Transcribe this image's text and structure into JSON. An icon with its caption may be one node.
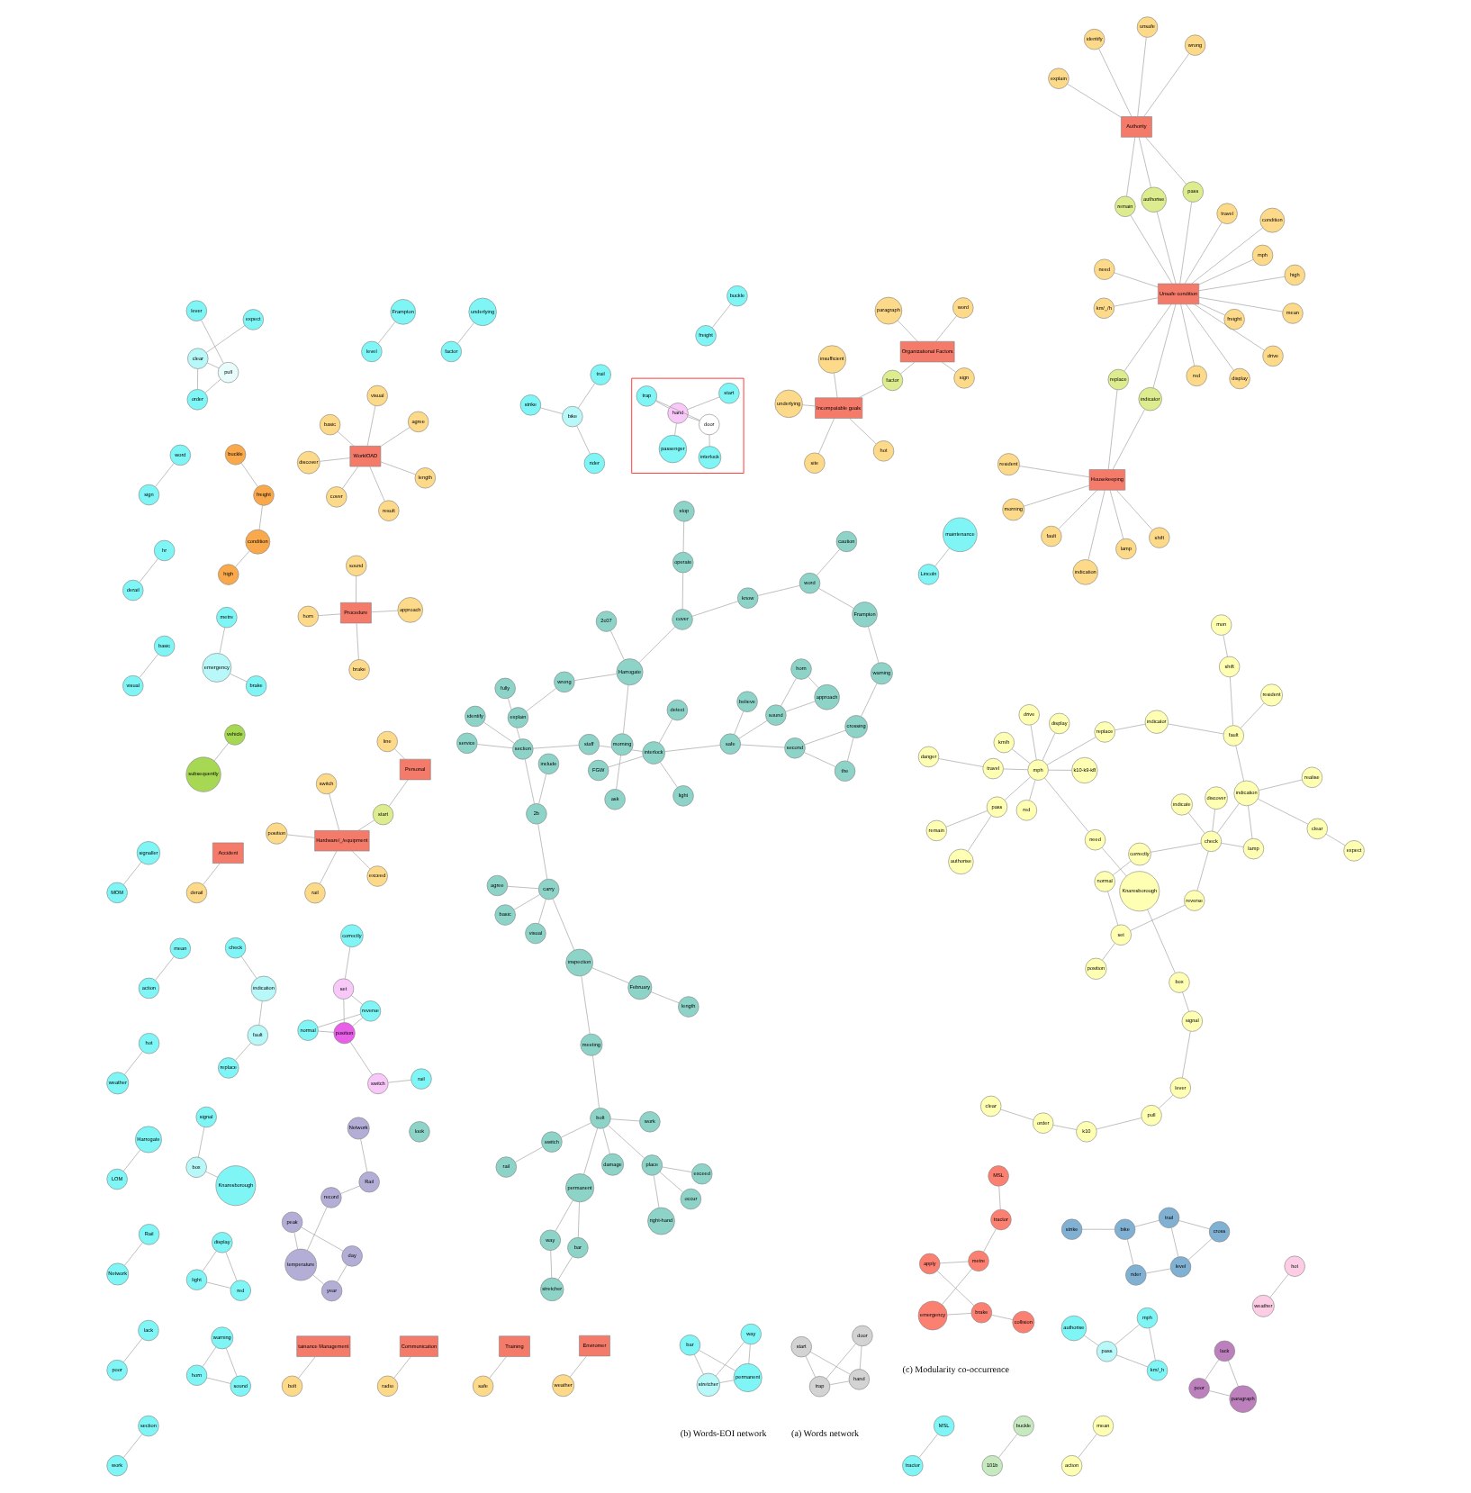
{
  "diagram": {
    "nodes": [
      {
        "text": [
          "signal"
        ]
      },
      {
        "text": [
          "box"
        ]
      },
      {
        "text": [
          "Knaresborough"
        ]
      },
      {
        "text": [
          "mean"
        ]
      },
      {
        "text": [
          "action"
        ]
      },
      {
        "text": [
          "correctly"
        ]
      },
      {
        "text": [
          "set"
        ]
      },
      {
        "text": [
          "reverse"
        ]
      },
      {
        "text": [
          "position"
        ]
      },
      {
        "text": [
          "normal"
        ]
      },
      {
        "text": [
          "switch"
        ]
      },
      {
        "text": [
          "rail"
        ]
      },
      {
        "text": [
          "metre"
        ]
      },
      {
        "text": [
          "emergency"
        ]
      },
      {
        "text": [
          "brake"
        ]
      },
      {
        "text": [
          "underlying"
        ]
      },
      {
        "text": [
          "factor"
        ]
      },
      {
        "text": [
          "Frampton"
        ]
      },
      {
        "text": [
          "level"
        ]
      },
      {
        "text": [
          "word"
        ]
      },
      {
        "text": [
          "sign"
        ]
      },
      {
        "text": [
          "buckle"
        ]
      },
      {
        "text": [
          "freight"
        ]
      },
      {
        "text": [
          "hr"
        ]
      },
      {
        "text": [
          "derail"
        ]
      },
      {
        "text": [
          "basic"
        ]
      },
      {
        "text": [
          "visual"
        ]
      },
      {
        "text": [
          "trail"
        ]
      },
      {
        "text": [
          "rider"
        ]
      },
      {
        "text": [
          "bike"
        ]
      },
      {
        "text": [
          "strike"
        ]
      },
      {
        "text": [
          "signaller"
        ]
      },
      {
        "text": [
          "MOM"
        ]
      },
      {
        "text": [
          "display"
        ]
      },
      {
        "text": [
          "light"
        ]
      },
      {
        "text": [
          "red"
        ]
      },
      {
        "text": [
          "check"
        ]
      },
      {
        "text": [
          "indication"
        ]
      },
      {
        "text": [
          "fault"
        ]
      },
      {
        "text": [
          "replace"
        ]
      },
      {
        "text": [
          "hot"
        ]
      },
      {
        "text": [
          "weather"
        ]
      },
      {
        "text": [],
        "shape": "box"
      },
      {
        "text": [
          "passenger"
        ],
        "in": 42
      },
      {
        "text": [
          "interlock"
        ],
        "in": 42
      },
      {
        "text": [
          "door"
        ],
        "in": 42
      },
      {
        "text": [
          "hand"
        ],
        "in": 42
      },
      {
        "text": [
          "trap"
        ],
        "in": 42
      },
      {
        "text": [
          "start"
        ],
        "in": 42
      },
      {
        "text": [
          "Harrogate"
        ]
      },
      {
        "text": [
          "LOM"
        ]
      },
      {
        "text": [
          "expect"
        ]
      },
      {
        "text": [
          "clear"
        ]
      },
      {
        "text": [
          "pull"
        ]
      },
      {
        "text": [
          "order"
        ]
      },
      {
        "text": [
          "lever"
        ]
      },
      {
        "text": [
          "Rail"
        ]
      },
      {
        "text": [
          "Network"
        ]
      },
      {
        "text": [
          "lack"
        ]
      },
      {
        "text": [
          "poor"
        ]
      },
      {
        "text": [
          "warning"
        ]
      },
      {
        "text": [
          "horn"
        ]
      },
      {
        "text": [
          "sound"
        ]
      },
      {
        "text": [
          "section"
        ]
      },
      {
        "text": [
          "work"
        ]
      },
      {
        "text": [
          "mph"
        ]
      },
      {
        "text": [
          "km/_h"
        ]
      },
      {
        "text": [
          "pass"
        ]
      },
      {
        "text": [
          "authorise"
        ]
      },
      {
        "text": [
          "way"
        ]
      },
      {
        "text": [
          "stretcher"
        ]
      },
      {
        "text": [
          "permanent"
        ]
      },
      {
        "text": [
          "bar"
        ]
      },
      {
        "text": [
          "MSL"
        ]
      },
      {
        "text": [
          "tractor"
        ]
      },
      {
        "text": [
          "maintenance"
        ]
      },
      {
        "text": [
          "Lincoln"
        ]
      },
      {
        "text": [
          "Incompatable goals"
        ]
      },
      {
        "text": [
          "site"
        ]
      },
      {
        "text": [
          "hot"
        ]
      },
      {
        "text": [
          "underlying"
        ]
      },
      {
        "text": [
          "insufficient"
        ]
      },
      {
        "text": [
          "factor"
        ]
      },
      {
        "text": [
          "Organizational Factors"
        ]
      },
      {
        "text": [
          "word"
        ]
      },
      {
        "text": [
          "paragraph"
        ]
      },
      {
        "text": [
          "sign"
        ]
      },
      {
        "text": [
          "Hardware/_/equipment"
        ]
      },
      {
        "text": [
          "rail"
        ]
      },
      {
        "text": [
          "exceed"
        ]
      },
      {
        "text": [
          "position"
        ]
      },
      {
        "text": [
          "switch"
        ]
      },
      {
        "text": [
          "start"
        ]
      },
      {
        "text": [
          "tainance Management"
        ]
      },
      {
        "text": [
          "bolt"
        ]
      },
      {
        "text": [
          "Personal"
        ]
      },
      {
        "text": [
          "line"
        ]
      },
      {
        "text": [
          "Accident"
        ]
      },
      {
        "text": [
          "derail"
        ]
      },
      {
        "text": [
          "Communication"
        ]
      },
      {
        "text": [
          "radio"
        ]
      },
      {
        "text": [
          "Training"
        ]
      },
      {
        "text": [
          "safe"
        ]
      },
      {
        "text": [
          "Procedure"
        ]
      },
      {
        "text": [
          "brake"
        ]
      },
      {
        "text": [
          "approach"
        ]
      },
      {
        "text": [
          "horn"
        ]
      },
      {
        "text": [
          "sound"
        ]
      },
      {
        "text": [
          "WorklOAD"
        ]
      },
      {
        "text": [
          "cover"
        ]
      },
      {
        "text": [
          "length"
        ]
      },
      {
        "text": [
          "discover"
        ]
      },
      {
        "text": [
          "basic"
        ]
      },
      {
        "text": [
          "result"
        ]
      },
      {
        "text": [
          "agree"
        ]
      },
      {
        "text": [
          "visual"
        ]
      },
      {
        "text": [
          "Enviromer"
        ]
      },
      {
        "text": [
          "weather"
        ]
      },
      {
        "text": [
          "Housekeeping"
        ]
      },
      {
        "text": [
          "shift"
        ]
      },
      {
        "text": [
          "morning"
        ]
      },
      {
        "text": [
          "resident"
        ]
      },
      {
        "text": [
          "lamp"
        ]
      },
      {
        "text": [
          "fault"
        ]
      },
      {
        "text": [
          "indication"
        ]
      },
      {
        "text": [
          "replace"
        ]
      },
      {
        "text": [
          "indicator"
        ]
      },
      {
        "text": [
          "Unsafe condition"
        ]
      },
      {
        "text": [
          "mph"
        ]
      },
      {
        "text": [
          "high"
        ]
      },
      {
        "text": [
          "freight"
        ]
      },
      {
        "text": [
          "display"
        ]
      },
      {
        "text": [
          "mean"
        ]
      },
      {
        "text": [
          "condition"
        ]
      },
      {
        "text": [
          "red"
        ]
      },
      {
        "text": [
          "travel"
        ]
      },
      {
        "text": [
          "drive"
        ]
      },
      {
        "text": [
          "need"
        ]
      },
      {
        "text": [
          "km/_/h"
        ]
      },
      {
        "text": [
          "Authority"
        ]
      },
      {
        "text": [
          "unsafe"
        ]
      },
      {
        "text": [
          "identify"
        ]
      },
      {
        "text": [
          "wrong"
        ]
      },
      {
        "text": [
          "explain"
        ]
      },
      {
        "text": [
          "remain"
        ]
      },
      {
        "text": [
          "pass"
        ]
      },
      {
        "text": [
          "authorise"
        ]
      },
      {
        "text": [
          "door"
        ]
      },
      {
        "text": [
          "trap"
        ]
      },
      {
        "text": [
          "hand"
        ]
      },
      {
        "text": [
          "start"
        ]
      },
      {
        "text": [
          "buckle"
        ]
      },
      {
        "text": [
          "101b"
        ]
      },
      {
        "text": [
          "buckle"
        ]
      },
      {
        "text": [
          "freight"
        ]
      },
      {
        "text": [
          "condition"
        ]
      },
      {
        "text": [
          "high"
        ]
      },
      {
        "text": [
          "vehicle"
        ]
      },
      {
        "text": [
          "subsequently"
        ]
      },
      {
        "text": [
          "Rail"
        ]
      },
      {
        "text": [
          "Network"
        ]
      },
      {
        "text": [
          "record"
        ]
      },
      {
        "text": [
          "temperature"
        ]
      },
      {
        "text": [
          "peak"
        ]
      },
      {
        "text": [
          "year"
        ]
      },
      {
        "text": [
          "day"
        ]
      },
      {
        "text": [
          "MSL"
        ]
      },
      {
        "text": [
          "tractor"
        ]
      },
      {
        "text": [
          "metre"
        ]
      },
      {
        "text": [
          "emergency"
        ]
      },
      {
        "text": [
          "apply"
        ]
      },
      {
        "text": [
          "brake"
        ]
      },
      {
        "text": [
          "collision"
        ]
      },
      {
        "text": [
          "cross"
        ]
      },
      {
        "text": [
          "trail"
        ]
      },
      {
        "text": [
          "level"
        ]
      },
      {
        "text": [
          "rider"
        ]
      },
      {
        "text": [
          "bike"
        ]
      },
      {
        "text": [
          "strike"
        ]
      },
      {
        "text": [
          "approach"
        ]
      },
      {
        "text": [
          "sound"
        ]
      },
      {
        "text": [
          "horn"
        ]
      },
      {
        "text": [
          "light"
        ]
      },
      {
        "text": [
          "detect"
        ]
      },
      {
        "text": [
          "FGW"
        ]
      },
      {
        "text": [
          "interlock"
        ]
      },
      {
        "text": [
          "safe"
        ]
      },
      {
        "text": [
          "believe"
        ]
      },
      {
        "text": [
          "second"
        ]
      },
      {
        "text": [
          "crossing"
        ]
      },
      {
        "text": [
          "the"
        ]
      },
      {
        "text": [
          "look"
        ]
      },
      {
        "text": [
          "warning"
        ]
      },
      {
        "text": [
          "Frampton"
        ]
      },
      {
        "text": [
          "caution"
        ]
      },
      {
        "text": [
          "word"
        ]
      },
      {
        "text": [
          "identify"
        ]
      },
      {
        "text": [
          "service"
        ]
      },
      {
        "text": [
          "staff"
        ]
      },
      {
        "text": [
          "include"
        ]
      },
      {
        "text": [
          "section"
        ]
      },
      {
        "text": [
          "fully"
        ]
      },
      {
        "text": [
          "2b"
        ]
      },
      {
        "text": [
          "basic"
        ]
      },
      {
        "text": [
          "carry"
        ]
      },
      {
        "text": [
          "visual"
        ]
      },
      {
        "text": [
          "agree"
        ]
      },
      {
        "text": [
          "inspection"
        ]
      },
      {
        "text": [
          "meeting"
        ]
      },
      {
        "text": [
          "February"
        ]
      },
      {
        "text": [
          "length"
        ]
      },
      {
        "text": [
          "rail"
        ]
      },
      {
        "text": [
          "switch"
        ]
      },
      {
        "text": [
          "damage"
        ]
      },
      {
        "text": [
          "bolt"
        ]
      },
      {
        "text": [
          "permanent"
        ]
      },
      {
        "text": [
          "bar"
        ]
      },
      {
        "text": [
          "way"
        ]
      },
      {
        "text": [
          "stretcher"
        ]
      },
      {
        "text": [
          "work"
        ]
      },
      {
        "text": [
          "occur"
        ]
      },
      {
        "text": [
          "place"
        ]
      },
      {
        "text": [
          "exceed"
        ]
      },
      {
        "text": [
          "right-hand"
        ]
      },
      {
        "text": [
          "know"
        ]
      },
      {
        "text": [
          "cover"
        ]
      },
      {
        "text": [
          "operate"
        ]
      },
      {
        "text": [
          "stop"
        ]
      },
      {
        "text": [
          "Harrogate"
        ]
      },
      {
        "text": [
          "2c07"
        ]
      },
      {
        "text": [
          "wrong"
        ]
      },
      {
        "text": [
          "explain"
        ]
      },
      {
        "text": [
          "morning"
        ]
      },
      {
        "text": [
          "ask"
        ]
      },
      {
        "text": [
          "discover"
        ]
      },
      {
        "text": [
          "indicate"
        ]
      },
      {
        "text": [
          "reverse"
        ]
      },
      {
        "text": [
          "set"
        ]
      },
      {
        "text": [
          "position"
        ]
      },
      {
        "text": [
          "normal"
        ]
      },
      {
        "text": [
          "correctly"
        ]
      },
      {
        "text": [
          "check"
        ]
      },
      {
        "text": [
          "expect"
        ]
      },
      {
        "text": [
          "realise"
        ]
      },
      {
        "text": [
          "indication"
        ]
      },
      {
        "text": [
          "lamp"
        ]
      },
      {
        "text": [
          "clear"
        ]
      },
      {
        "text": [
          "fault"
        ]
      },
      {
        "text": [
          "resident"
        ]
      },
      {
        "text": [
          "shift"
        ]
      },
      {
        "text": [
          "mon"
        ]
      },
      {
        "text": [
          "mean"
        ]
      },
      {
        "text": [
          "action"
        ]
      },
      {
        "text": [
          "k10-k9-k8"
        ]
      },
      {
        "text": [
          "indicator"
        ]
      },
      {
        "text": [
          "replace"
        ]
      },
      {
        "text": [
          "red"
        ]
      },
      {
        "text": [
          "display"
        ]
      },
      {
        "text": [
          "mph"
        ]
      },
      {
        "text": [
          "km/h"
        ]
      },
      {
        "text": [
          "need"
        ]
      },
      {
        "text": [
          "Knaresborough"
        ]
      },
      {
        "text": [
          "drive"
        ]
      },
      {
        "text": [
          "travel"
        ]
      },
      {
        "text": [
          "pass"
        ]
      },
      {
        "text": [
          "remain"
        ]
      },
      {
        "text": [
          "authorise"
        ]
      },
      {
        "text": [
          "danger"
        ]
      },
      {
        "text": [
          "box"
        ]
      },
      {
        "text": [
          "pull"
        ]
      },
      {
        "text": [
          "lever"
        ]
      },
      {
        "text": [
          "k10"
        ]
      },
      {
        "text": [
          "order"
        ]
      },
      {
        "text": [
          "clear"
        ]
      },
      {
        "text": [
          "signal"
        ]
      },
      {
        "text": [
          "lack"
        ]
      },
      {
        "text": [
          "poor"
        ]
      },
      {
        "text": [
          "paragraph"
        ]
      },
      {
        "text": [
          "hot"
        ]
      },
      {
        "text": [
          "weather"
        ]
      }
    ],
    "edges": [
      {
        "from": 0,
        "to": 1,
        "arrow": "none"
      },
      {
        "from": 1,
        "to": 2,
        "arrow": "none"
      },
      {
        "from": 3,
        "to": 4,
        "arrow": "none"
      },
      {
        "from": 5,
        "to": 6,
        "arrow": "none"
      },
      {
        "from": 6,
        "to": 7,
        "arrow": "none"
      },
      {
        "from": 6,
        "to": 8,
        "arrow": "none"
      },
      {
        "from": 7,
        "to": 8,
        "arrow": "none"
      },
      {
        "from": 8,
        "to": 9,
        "arrow": "none"
      },
      {
        "from": 7,
        "to": 9,
        "arrow": "none"
      },
      {
        "from": 8,
        "to": 10,
        "arrow": "none"
      },
      {
        "from": 10,
        "to": 11,
        "arrow": "none"
      },
      {
        "from": 12,
        "to": 13,
        "arrow": "none"
      },
      {
        "from": 13,
        "to": 14,
        "arrow": "none"
      },
      {
        "from": 15,
        "to": 16,
        "arrow": "none"
      },
      {
        "from": 17,
        "to": 18,
        "arrow": "none"
      },
      {
        "from": 19,
        "to": 20,
        "arrow": "none"
      },
      {
        "from": 21,
        "to": 22,
        "arrow": "none"
      },
      {
        "from": 23,
        "to": 24,
        "arrow": "none"
      },
      {
        "from": 25,
        "to": 26,
        "arrow": "none"
      },
      {
        "from": 27,
        "to": 29,
        "arrow": "none"
      },
      {
        "from": 28,
        "to": 29,
        "arrow": "none"
      },
      {
        "from": 29,
        "to": 30,
        "arrow": "none"
      },
      {
        "from": 31,
        "to": 32,
        "arrow": "none"
      },
      {
        "from": 33,
        "to": 34,
        "arrow": "none"
      },
      {
        "from": 33,
        "to": 35,
        "arrow": "none"
      },
      {
        "from": 34,
        "to": 35,
        "arrow": "none"
      },
      {
        "from": 36,
        "to": 37,
        "arrow": "none"
      },
      {
        "from": 37,
        "to": 38,
        "arrow": "none"
      },
      {
        "from": 38,
        "to": 39,
        "arrow": "none"
      },
      {
        "from": 40,
        "to": 41,
        "arrow": "none"
      },
      {
        "from": 43,
        "to": 46,
        "arrow": "none"
      },
      {
        "from": 46,
        "to": 45,
        "arrow": "none"
      },
      {
        "from": 45,
        "to": 44,
        "arrow": "none"
      },
      {
        "from": 46,
        "to": 47,
        "arrow": "none"
      },
      {
        "from": 45,
        "to": 47,
        "arrow": "none"
      },
      {
        "from": 46,
        "to": 48,
        "arrow": "none"
      },
      {
        "from": 49,
        "to": 50,
        "arrow": "none"
      },
      {
        "from": 51,
        "to": 52,
        "arrow": "none"
      },
      {
        "from": 52,
        "to": 53,
        "arrow": "none"
      },
      {
        "from": 52,
        "to": 54,
        "arrow": "none"
      },
      {
        "from": 53,
        "to": 55,
        "arrow": "none"
      },
      {
        "from": 53,
        "to": 54,
        "arrow": "none"
      },
      {
        "from": 56,
        "to": 57,
        "arrow": "none"
      },
      {
        "from": 58,
        "to": 59,
        "arrow": "none"
      },
      {
        "from": 60,
        "to": 61,
        "arrow": "none"
      },
      {
        "from": 60,
        "to": 62,
        "arrow": "none"
      },
      {
        "from": 61,
        "to": 62,
        "arrow": "none"
      },
      {
        "from": 63,
        "to": 64,
        "arrow": "none"
      },
      {
        "from": 65,
        "to": 66,
        "arrow": "none"
      },
      {
        "from": 65,
        "to": 67,
        "arrow": "none"
      },
      {
        "from": 66,
        "to": 67,
        "arrow": "none"
      },
      {
        "from": 67,
        "to": 68,
        "arrow": "none"
      },
      {
        "from": 69,
        "to": 70,
        "arrow": "none"
      },
      {
        "from": 69,
        "to": 71,
        "arrow": "none"
      },
      {
        "from": 71,
        "to": 72,
        "arrow": "none"
      },
      {
        "from": 70,
        "to": 72,
        "arrow": "none"
      },
      {
        "from": 71,
        "to": 70,
        "arrow": "none"
      },
      {
        "from": 73,
        "to": 74,
        "arrow": "none"
      },
      {
        "from": 75,
        "to": 76,
        "arrow": "none"
      },
      {
        "from": 77,
        "to": 78,
        "arrow": "none"
      },
      {
        "from": 77,
        "to": 79,
        "arrow": "none"
      },
      {
        "from": 77,
        "to": 80,
        "arrow": "none"
      },
      {
        "from": 77,
        "to": 81,
        "arrow": "none"
      },
      {
        "from": 77,
        "to": 82,
        "arrow": "none"
      },
      {
        "from": 83,
        "to": 82,
        "arrow": "none"
      },
      {
        "from": 83,
        "to": 84,
        "arrow": "none"
      },
      {
        "from": 83,
        "to": 85,
        "arrow": "none"
      },
      {
        "from": 83,
        "to": 86,
        "arrow": "none"
      },
      {
        "from": 87,
        "to": 88,
        "arrow": "none"
      },
      {
        "from": 87,
        "to": 89,
        "arrow": "none"
      },
      {
        "from": 87,
        "to": 90,
        "arrow": "none"
      },
      {
        "from": 87,
        "to": 91,
        "arrow": "none"
      },
      {
        "from": 87,
        "to": 92,
        "arrow": "none"
      },
      {
        "from": 93,
        "to": 94,
        "arrow": "none"
      },
      {
        "from": 95,
        "to": 92,
        "arrow": "none"
      },
      {
        "from": 95,
        "to": 96,
        "arrow": "none"
      },
      {
        "from": 97,
        "to": 98,
        "arrow": "none"
      },
      {
        "from": 99,
        "to": 100,
        "arrow": "none"
      },
      {
        "from": 101,
        "to": 102,
        "arrow": "none"
      },
      {
        "from": 103,
        "to": 104,
        "arrow": "none"
      },
      {
        "from": 103,
        "to": 105,
        "arrow": "none"
      },
      {
        "from": 103,
        "to": 106,
        "arrow": "none"
      },
      {
        "from": 103,
        "to": 107,
        "arrow": "none"
      },
      {
        "from": 108,
        "to": 109,
        "arrow": "none"
      },
      {
        "from": 108,
        "to": 110,
        "arrow": "none"
      },
      {
        "from": 108,
        "to": 111,
        "arrow": "none"
      },
      {
        "from": 108,
        "to": 112,
        "arrow": "none"
      },
      {
        "from": 108,
        "to": 113,
        "arrow": "none"
      },
      {
        "from": 108,
        "to": 114,
        "arrow": "none"
      },
      {
        "from": 108,
        "to": 115,
        "arrow": "none"
      },
      {
        "from": 116,
        "to": 117,
        "arrow": "none"
      },
      {
        "from": 118,
        "to": 119,
        "arrow": "none"
      },
      {
        "from": 118,
        "to": 120,
        "arrow": "none"
      },
      {
        "from": 118,
        "to": 121,
        "arrow": "none"
      },
      {
        "from": 118,
        "to": 122,
        "arrow": "none"
      },
      {
        "from": 118,
        "to": 123,
        "arrow": "none"
      },
      {
        "from": 118,
        "to": 124,
        "arrow": "none"
      },
      {
        "from": 118,
        "to": 125,
        "arrow": "none"
      },
      {
        "from": 118,
        "to": 126,
        "arrow": "none"
      },
      {
        "from": 127,
        "to": 125,
        "arrow": "none"
      },
      {
        "from": 127,
        "to": 126,
        "arrow": "none"
      },
      {
        "from": 127,
        "to": 128,
        "arrow": "none"
      },
      {
        "from": 127,
        "to": 129,
        "arrow": "none"
      },
      {
        "from": 127,
        "to": 130,
        "arrow": "none"
      },
      {
        "from": 127,
        "to": 131,
        "arrow": "none"
      },
      {
        "from": 127,
        "to": 132,
        "arrow": "none"
      },
      {
        "from": 127,
        "to": 133,
        "arrow": "none"
      },
      {
        "from": 127,
        "to": 134,
        "arrow": "none"
      },
      {
        "from": 127,
        "to": 135,
        "arrow": "none"
      },
      {
        "from": 127,
        "to": 136,
        "arrow": "none"
      },
      {
        "from": 127,
        "to": 137,
        "arrow": "none"
      },
      {
        "from": 127,
        "to": 138,
        "arrow": "none"
      },
      {
        "from": 127,
        "to": 144,
        "arrow": "none"
      },
      {
        "from": 127,
        "to": 145,
        "arrow": "none"
      },
      {
        "from": 127,
        "to": 146,
        "arrow": "none"
      },
      {
        "from": 139,
        "to": 140,
        "arrow": "none"
      },
      {
        "from": 139,
        "to": 141,
        "arrow": "none"
      },
      {
        "from": 139,
        "to": 142,
        "arrow": "none"
      },
      {
        "from": 139,
        "to": 143,
        "arrow": "none"
      },
      {
        "from": 139,
        "to": 144,
        "arrow": "none"
      },
      {
        "from": 139,
        "to": 145,
        "arrow": "none"
      },
      {
        "from": 139,
        "to": 146,
        "arrow": "none"
      },
      {
        "from": 147,
        "to": 148,
        "arrow": "none"
      },
      {
        "from": 147,
        "to": 149,
        "arrow": "none"
      },
      {
        "from": 148,
        "to": 149,
        "arrow": "none"
      },
      {
        "from": 148,
        "to": 150,
        "arrow": "none"
      },
      {
        "from": 149,
        "to": 150,
        "arrow": "none"
      },
      {
        "from": 151,
        "to": 152,
        "arrow": "none"
      },
      {
        "from": 153,
        "to": 154,
        "arrow": "none"
      },
      {
        "from": 154,
        "to": 155,
        "arrow": "none"
      },
      {
        "from": 155,
        "to": 156,
        "arrow": "none"
      },
      {
        "from": 157,
        "to": 158,
        "arrow": "none"
      },
      {
        "from": 159,
        "to": 160,
        "arrow": "none"
      },
      {
        "from": 159,
        "to": 161,
        "arrow": "none"
      },
      {
        "from": 161,
        "to": 162,
        "arrow": "none"
      },
      {
        "from": 162,
        "to": 163,
        "arrow": "none"
      },
      {
        "from": 162,
        "to": 164,
        "arrow": "none"
      },
      {
        "from": 163,
        "to": 165,
        "arrow": "none"
      },
      {
        "from": 164,
        "to": 165,
        "arrow": "none"
      },
      {
        "from": 166,
        "to": 167,
        "arrow": "none"
      },
      {
        "from": 167,
        "to": 168,
        "arrow": "none"
      },
      {
        "from": 168,
        "to": 169,
        "arrow": "none"
      },
      {
        "from": 168,
        "to": 170,
        "arrow": "none"
      },
      {
        "from": 169,
        "to": 171,
        "arrow": "none"
      },
      {
        "from": 170,
        "to": 171,
        "arrow": "none"
      },
      {
        "from": 171,
        "to": 172,
        "arrow": "none"
      },
      {
        "from": 173,
        "to": 174,
        "arrow": "none"
      },
      {
        "from": 173,
        "to": 175,
        "arrow": "none"
      },
      {
        "from": 174,
        "to": 175,
        "arrow": "none"
      },
      {
        "from": 175,
        "to": 176,
        "arrow": "none"
      },
      {
        "from": 174,
        "to": 177,
        "arrow": "none"
      },
      {
        "from": 176,
        "to": 177,
        "arrow": "none"
      },
      {
        "from": 177,
        "to": 178,
        "arrow": "none"
      },
      {
        "from": 179,
        "to": 180,
        "arrow": "none"
      },
      {
        "from": 179,
        "to": 181,
        "arrow": "none"
      },
      {
        "from": 180,
        "to": 181,
        "arrow": "none"
      },
      {
        "from": 180,
        "to": 186,
        "arrow": "none"
      },
      {
        "from": 182,
        "to": 185,
        "arrow": "none"
      },
      {
        "from": 183,
        "to": 185,
        "arrow": "none"
      },
      {
        "from": 184,
        "to": 185,
        "arrow": "none"
      },
      {
        "from": 185,
        "to": 186,
        "arrow": "none"
      },
      {
        "from": 186,
        "to": 187,
        "arrow": "none"
      },
      {
        "from": 186,
        "to": 188,
        "arrow": "none"
      },
      {
        "from": 188,
        "to": 189,
        "arrow": "none"
      },
      {
        "from": 189,
        "to": 190,
        "arrow": "none"
      },
      {
        "from": 188,
        "to": 190,
        "arrow": "none"
      },
      {
        "from": 189,
        "to": 192,
        "arrow": "none"
      },
      {
        "from": 192,
        "to": 193,
        "arrow": "none"
      },
      {
        "from": 193,
        "to": 195,
        "arrow": "none"
      },
      {
        "from": 195,
        "to": 194,
        "arrow": "none"
      },
      {
        "from": 195,
        "to": 224,
        "arrow": "none"
      },
      {
        "from": 185,
        "to": 198,
        "arrow": "none"
      },
      {
        "from": 198,
        "to": 200,
        "arrow": "none"
      },
      {
        "from": 196,
        "to": 200,
        "arrow": "none"
      },
      {
        "from": 197,
        "to": 200,
        "arrow": "none"
      },
      {
        "from": 200,
        "to": 201,
        "arrow": "none"
      },
      {
        "from": 200,
        "to": 202,
        "arrow": "none"
      },
      {
        "from": 202,
        "to": 199,
        "arrow": "none"
      },
      {
        "from": 202,
        "to": 204,
        "arrow": "none"
      },
      {
        "from": 203,
        "to": 204,
        "arrow": "none"
      },
      {
        "from": 204,
        "to": 205,
        "arrow": "none"
      },
      {
        "from": 204,
        "to": 206,
        "arrow": "none"
      },
      {
        "from": 204,
        "to": 207,
        "arrow": "none"
      },
      {
        "from": 207,
        "to": 208,
        "arrow": "none"
      },
      {
        "from": 207,
        "to": 209,
        "arrow": "none"
      },
      {
        "from": 209,
        "to": 210,
        "arrow": "none"
      },
      {
        "from": 208,
        "to": 214,
        "arrow": "none"
      },
      {
        "from": 214,
        "to": 213,
        "arrow": "none"
      },
      {
        "from": 214,
        "to": 219,
        "arrow": "none"
      },
      {
        "from": 214,
        "to": 215,
        "arrow": "none"
      },
      {
        "from": 214,
        "to": 212,
        "arrow": "none"
      },
      {
        "from": 211,
        "to": 212,
        "arrow": "none"
      },
      {
        "from": 215,
        "to": 216,
        "arrow": "none"
      },
      {
        "from": 215,
        "to": 217,
        "arrow": "none"
      },
      {
        "from": 216,
        "to": 218,
        "arrow": "none"
      },
      {
        "from": 217,
        "to": 218,
        "arrow": "none"
      },
      {
        "from": 214,
        "to": 221,
        "arrow": "none"
      },
      {
        "from": 221,
        "to": 220,
        "arrow": "none"
      },
      {
        "from": 221,
        "to": 222,
        "arrow": "none"
      },
      {
        "from": 221,
        "to": 223,
        "arrow": "none"
      },
      {
        "from": 224,
        "to": 225,
        "arrow": "none"
      },
      {
        "from": 225,
        "to": 226,
        "arrow": "none"
      },
      {
        "from": 226,
        "to": 227,
        "arrow": "none"
      },
      {
        "from": 225,
        "to": 228,
        "arrow": "none"
      },
      {
        "from": 228,
        "to": 229,
        "arrow": "none"
      },
      {
        "from": 228,
        "to": 230,
        "arrow": "none"
      },
      {
        "from": 230,
        "to": 231,
        "arrow": "none"
      },
      {
        "from": 228,
        "to": 232,
        "arrow": "none"
      },
      {
        "from": 232,
        "to": 233,
        "arrow": "none"
      },
      {
        "from": 234,
        "to": 241,
        "arrow": "none"
      },
      {
        "from": 235,
        "to": 241,
        "arrow": "none"
      },
      {
        "from": 236,
        "to": 237,
        "arrow": "none"
      },
      {
        "from": 236,
        "to": 241,
        "arrow": "none"
      },
      {
        "from": 237,
        "to": 238,
        "arrow": "none"
      },
      {
        "from": 237,
        "to": 239,
        "arrow": "none"
      },
      {
        "from": 239,
        "to": 240,
        "arrow": "none"
      },
      {
        "from": 240,
        "to": 241,
        "arrow": "none"
      },
      {
        "from": 241,
        "to": 244,
        "arrow": "none"
      },
      {
        "from": 241,
        "to": 245,
        "arrow": "none"
      },
      {
        "from": 244,
        "to": 245,
        "arrow": "none"
      },
      {
        "from": 244,
        "to": 246,
        "arrow": "none"
      },
      {
        "from": 246,
        "to": 242,
        "arrow": "none"
      },
      {
        "from": 243,
        "to": 244,
        "arrow": "none"
      },
      {
        "from": 244,
        "to": 247,
        "arrow": "none"
      },
      {
        "from": 247,
        "to": 248,
        "arrow": "none"
      },
      {
        "from": 247,
        "to": 249,
        "arrow": "none"
      },
      {
        "from": 249,
        "to": 250,
        "arrow": "none"
      },
      {
        "from": 247,
        "to": 254,
        "arrow": "none"
      },
      {
        "from": 254,
        "to": 255,
        "arrow": "none"
      },
      {
        "from": 255,
        "to": 258,
        "arrow": "none"
      },
      {
        "from": 251,
        "to": 252,
        "arrow": "none"
      },
      {
        "from": 253,
        "to": 258,
        "arrow": "none"
      },
      {
        "from": 256,
        "to": 258,
        "arrow": "none"
      },
      {
        "from": 257,
        "to": 258,
        "arrow": "none"
      },
      {
        "from": 258,
        "to": 259,
        "arrow": "none"
      },
      {
        "from": 258,
        "to": 262,
        "arrow": "none"
      },
      {
        "from": 258,
        "to": 263,
        "arrow": "none"
      },
      {
        "from": 258,
        "to": 264,
        "arrow": "none"
      },
      {
        "from": 264,
        "to": 265,
        "arrow": "none"
      },
      {
        "from": 264,
        "to": 266,
        "arrow": "none"
      },
      {
        "from": 258,
        "to": 260,
        "arrow": "none"
      },
      {
        "from": 260,
        "to": 261,
        "arrow": "none"
      },
      {
        "from": 261,
        "to": 268,
        "arrow": "none"
      },
      {
        "from": 268,
        "to": 274,
        "arrow": "none"
      },
      {
        "from": 269,
        "to": 270,
        "arrow": "none"
      },
      {
        "from": 269,
        "to": 271,
        "arrow": "none"
      },
      {
        "from": 270,
        "to": 274,
        "arrow": "none"
      },
      {
        "from": 271,
        "to": 272,
        "arrow": "none"
      },
      {
        "from": 272,
        "to": 273,
        "arrow": "none"
      },
      {
        "from": 263,
        "to": 267,
        "arrow": "none"
      },
      {
        "from": 275,
        "to": 276,
        "arrow": "none"
      },
      {
        "from": 275,
        "to": 277,
        "arrow": "none"
      },
      {
        "from": 276,
        "to": 277,
        "arrow": "none"
      },
      {
        "from": 278,
        "to": 279,
        "arrow": "none"
      }
    ],
    "labels": [
      "(a) Words network",
      "(b) Words-EOI network",
      "(c) Modularity co-occurrence"
    ]
  }
}
